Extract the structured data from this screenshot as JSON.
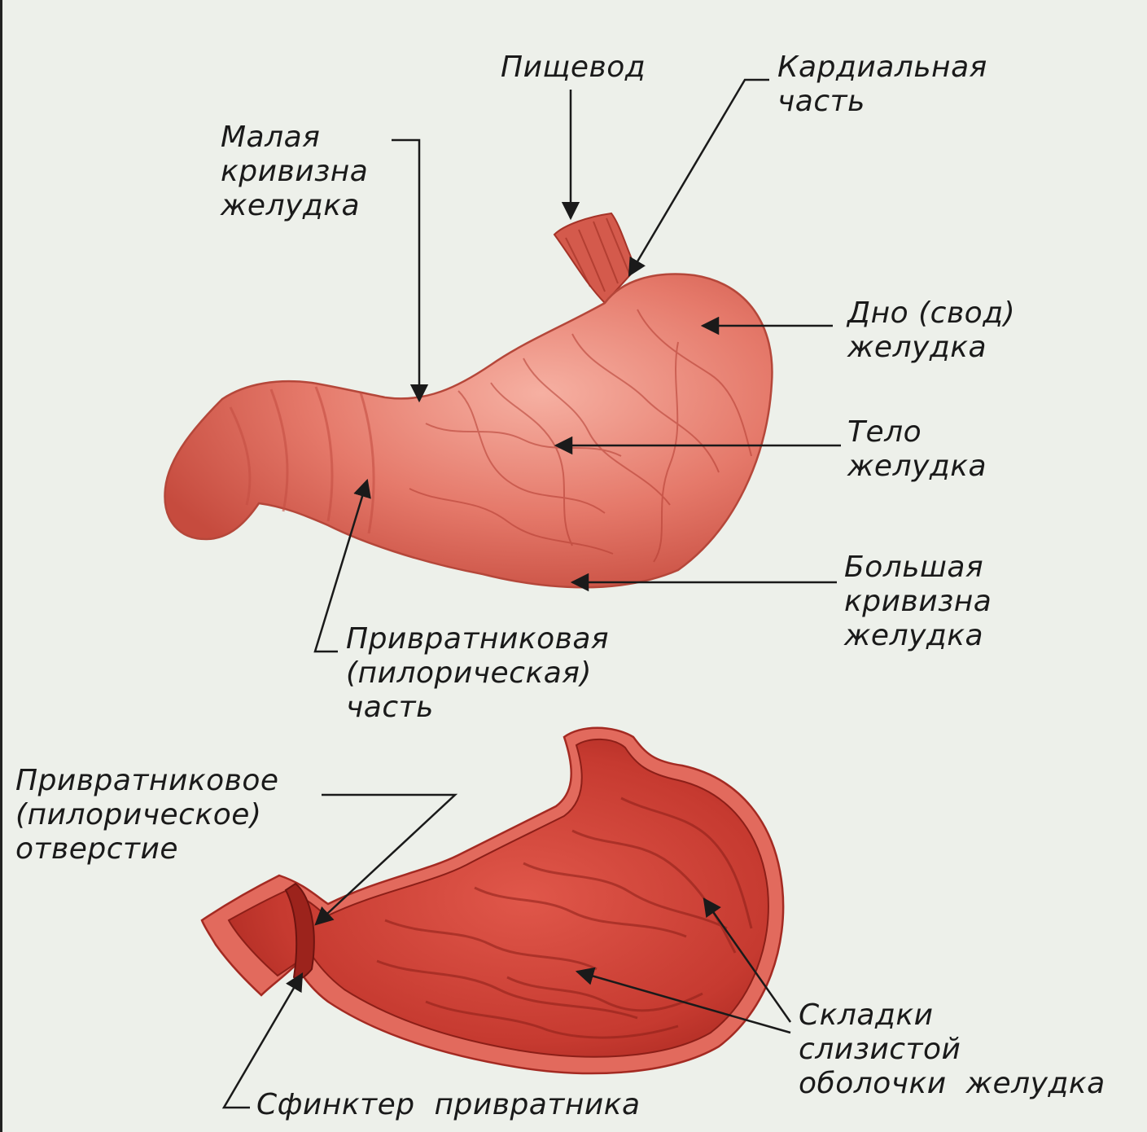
{
  "labels": {
    "esophagus": "Пищевод",
    "cardiac_part": "Кардиальная\nчасть",
    "lesser_curvature": "Малая\nкривизна\nжелудка",
    "fundus": "Дно (свод)\nжелудка",
    "body": "Тело\nжелудка",
    "greater_curvature": "Большая\nкривизна\nжелудка",
    "pyloric_part": "Привратниковая\n(пилорическая)\nчасть",
    "pyloric_opening": "Привратниковое\n(пилорическое)\nотверстие",
    "mucosa_folds": "Складки\nслизистой\nоболочки  желудка",
    "pyloric_sphincter": "Сфинктер  привратника"
  },
  "colors": {
    "background": "#edf0ea",
    "stomach_outer": "#e0705f",
    "stomach_dark": "#b8322a",
    "stomach_inner": "#c63a30",
    "stomach_light": "#f3a294",
    "line": "#1a1a1a"
  }
}
